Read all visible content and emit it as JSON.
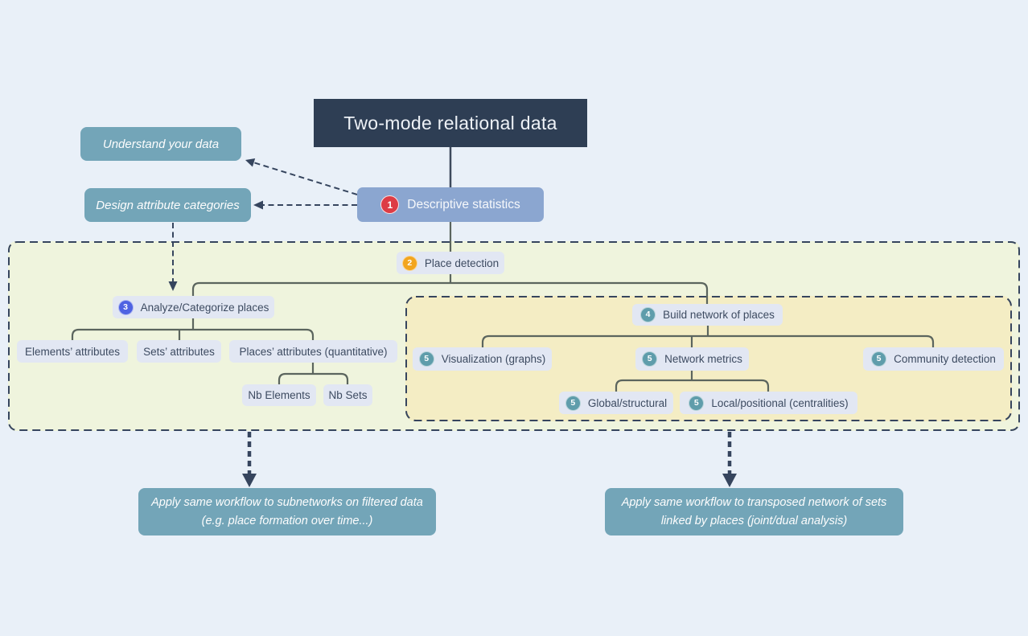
{
  "title": {
    "label": "Two-mode relational data"
  },
  "side_notes": {
    "understand": {
      "label": "Understand your data"
    },
    "design": {
      "label": "Design attribute categories"
    }
  },
  "steps": {
    "descriptive": {
      "badge": "1",
      "label": "Descriptive statistics"
    },
    "place_detection": {
      "badge": "2",
      "label": "Place detection"
    },
    "analyze": {
      "badge": "3",
      "label": "Analyze/Categorize places"
    },
    "build_network": {
      "badge": "4",
      "label": "Build network of places"
    },
    "visualization": {
      "badge": "5",
      "label": "Visualization (graphs)"
    },
    "network_metrics": {
      "badge": "5",
      "label": "Network metrics"
    },
    "community": {
      "badge": "5",
      "label": "Community detection"
    },
    "global_structural": {
      "badge": "5",
      "label": "Global/structural"
    },
    "local_positional": {
      "badge": "5",
      "label": "Local/positional (centralities)"
    }
  },
  "attributes": {
    "elements": {
      "label": "Elements’ attributes"
    },
    "sets": {
      "label": "Sets’ attributes"
    },
    "places": {
      "label": "Places’ attributes (quantitative)"
    },
    "nb_elements": {
      "label": "Nb Elements"
    },
    "nb_sets": {
      "label": "Nb Sets"
    }
  },
  "outcomes": {
    "left": {
      "label": "Apply same workflow to subnetworks on filtered data (e.g. place formation over time...)"
    },
    "right": {
      "label": "Apply same workflow to transposed network of sets linked by places (joint/dual analysis)"
    }
  },
  "colors": {
    "page_bg": "#e9f0f8",
    "title_bg": "#2e3e54",
    "note_teal": "#73a5b8",
    "step1_bg": "#8ba6d0",
    "node_bg": "#e2e7f3",
    "node_text": "#3d4b61",
    "outer_container_bg": "#eff4dd",
    "inner_container_bg": "#f4edc4",
    "dashed_border": "#36455e",
    "connector": "#5b655e",
    "badge_red": "#dd3c45",
    "badge_orange": "#f2a51f",
    "badge_indigo": "#4f63e2",
    "badge_teal": "#5f9dab"
  }
}
